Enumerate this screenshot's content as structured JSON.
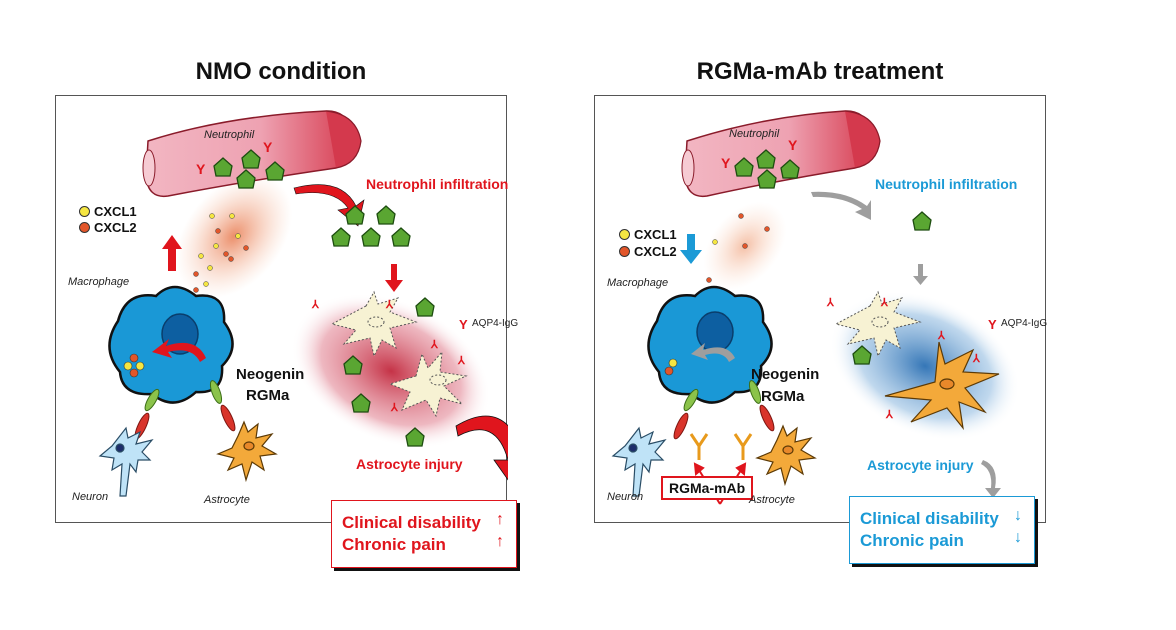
{
  "panels": [
    {
      "title": "NMO condition",
      "vessel_label": "Neutrophil",
      "infiltration_label": "Neutrophil infiltration",
      "legend": [
        {
          "label": "CXCL1",
          "color": "#f5e642"
        },
        {
          "label": "CXCL2",
          "color": "#e2562a"
        }
      ],
      "chemokine_trend": "up",
      "macrophage_label": "Macrophage",
      "neogenin_label": "Neogenin",
      "rgma_label": "RGMa",
      "neuron_label": "Neuron",
      "astrocyte_label": "Astrocyte",
      "aqp4_label": "AQP4-IgG",
      "injury_label": "Astrocyte injury",
      "outcomes": [
        {
          "label": "Clinical disability",
          "trend": "up"
        },
        {
          "label": "Chronic pain",
          "trend": "up"
        }
      ],
      "accent_color": "#e0151d"
    },
    {
      "title": "RGMa-mAb treatment",
      "vessel_label": "Neutrophil",
      "infiltration_label": "Neutrophil infiltration",
      "legend": [
        {
          "label": "CXCL1",
          "color": "#f5e642"
        },
        {
          "label": "CXCL2",
          "color": "#e2562a"
        }
      ],
      "chemokine_trend": "down",
      "macrophage_label": "Macrophage",
      "neogenin_label": "Neogenin",
      "rgma_label": "RGMa",
      "neuron_label": "Neuron",
      "astrocyte_label": "Astrocyte",
      "aqp4_label": "AQP4-IgG",
      "injury_label": "Astrocyte injury",
      "treatment_label": "RGMa-mAb",
      "outcomes": [
        {
          "label": "Clinical disability",
          "trend": "down"
        },
        {
          "label": "Chronic pain",
          "trend": "down"
        }
      ],
      "accent_color": "#1b9ad6"
    }
  ]
}
